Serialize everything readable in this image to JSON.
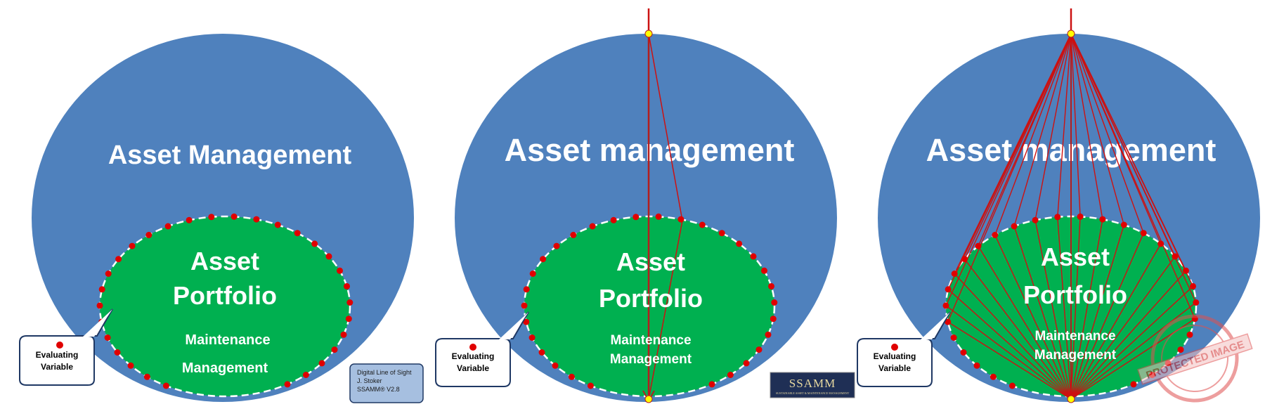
{
  "colors": {
    "outer_blue": "#4f81bd",
    "inner_green": "#00b050",
    "dot_red": "#e00000",
    "line_red": "#cc1111",
    "node_yellow": "#ffff00",
    "callout_border": "#1f3864",
    "note_fill": "#a6bfe0",
    "logo_bg": "#1f2f55",
    "stamp_red": "#e05050"
  },
  "panels": [
    {
      "title": "Asset Management",
      "inner_title_line1": "Asset",
      "inner_title_line2": "Portfolio",
      "sub_line1": "Maintenance",
      "sub_line2": "Management",
      "callout_line1": "Evaluating",
      "callout_line2": "Variable"
    },
    {
      "title": "Asset management",
      "inner_title_line1": "Asset",
      "inner_title_line2": "Portfolio",
      "sub_line1": "Maintenance",
      "sub_line2": "Management",
      "callout_line1": "Evaluating",
      "callout_line2": "Variable"
    },
    {
      "title": "Asset management",
      "inner_title_line1": "Asset",
      "inner_title_line2": "Portfolio",
      "sub_line1": "Maintenance",
      "sub_line2": "Management",
      "callout_line1": "Evaluating",
      "callout_line2": "Variable"
    }
  ],
  "note": {
    "line1": "Digital Line of Sight",
    "line2": "J. Stoker",
    "line3": "SSAMM® V2.8"
  },
  "logo": {
    "text": "SSAMM",
    "tagline": "SUSTAINABLE ASSET & MAINTENANCE MANAGEMENT"
  },
  "stamp": {
    "text": "PROTECTED IMAGE"
  }
}
